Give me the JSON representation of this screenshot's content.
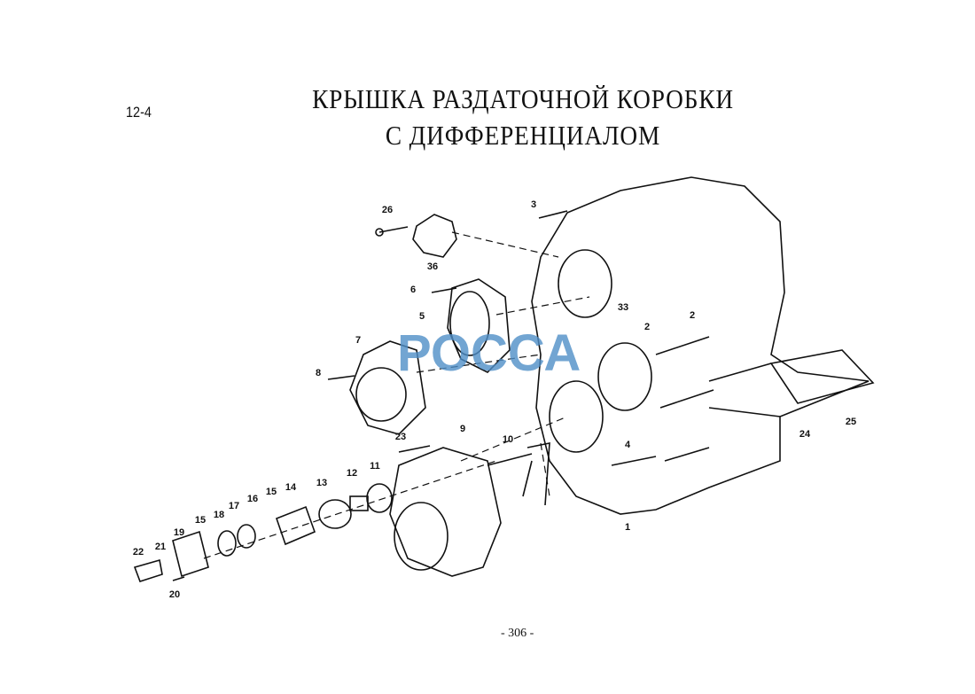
{
  "header": {
    "section": "12-4",
    "title_line1": "КРЫШКА РАЗДАТОЧНОЙ КОРОБКИ",
    "title_line2": "С ДИФФЕРЕНЦИАЛОМ"
  },
  "watermark": {
    "text": "РОССА",
    "color": "#4f8fc8"
  },
  "callouts": [
    "26",
    "36",
    "3",
    "6",
    "5",
    "7",
    "8",
    "33",
    "2",
    "2",
    "23",
    "9",
    "10",
    "11",
    "12",
    "13",
    "14",
    "15",
    "16",
    "17",
    "18",
    "15",
    "19",
    "21",
    "22",
    "20",
    "4",
    "1",
    "24",
    "25"
  ],
  "footer": {
    "page": "- 306 -"
  }
}
